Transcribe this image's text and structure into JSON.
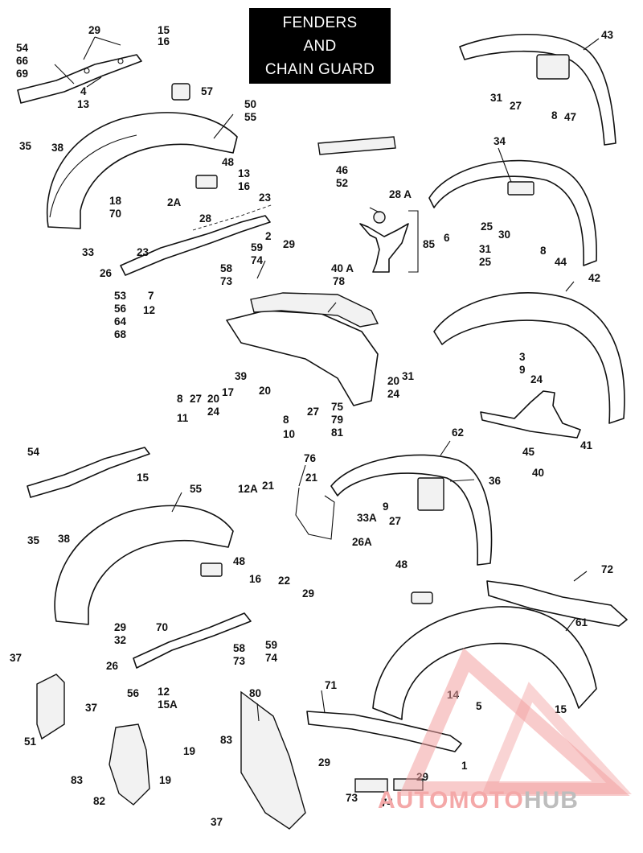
{
  "title": {
    "line1": "FENDERS",
    "line2": "AND",
    "line3": "CHAIN GUARD"
  },
  "watermark": {
    "part1": "AUTOMOTO",
    "part2": "HUB",
    "accent_color": "#e8434a",
    "secondary_color": "#9e9e9e"
  },
  "callouts": [
    "29",
    "15",
    "16",
    "54",
    "66",
    "69",
    "4",
    "13",
    "57",
    "50",
    "55",
    "35",
    "38",
    "48",
    "13",
    "16",
    "23",
    "18",
    "70",
    "2A",
    "28",
    "2",
    "29",
    "33",
    "26",
    "23",
    "59",
    "74",
    "58",
    "73",
    "53",
    "56",
    "64",
    "68",
    "7",
    "12",
    "43",
    "31",
    "27",
    "8",
    "47",
    "46",
    "52",
    "28 A",
    "85",
    "34",
    "6",
    "25",
    "30",
    "31",
    "25",
    "8",
    "44",
    "40 A",
    "78",
    "42",
    "3",
    "9",
    "24",
    "45",
    "41",
    "40",
    "27",
    "20",
    "17",
    "39",
    "8",
    "11",
    "24",
    "20",
    "8",
    "10",
    "27",
    "75",
    "79",
    "81",
    "20",
    "31",
    "24",
    "54",
    "15",
    "55",
    "35",
    "38",
    "48",
    "16",
    "22",
    "29",
    "29",
    "32",
    "70",
    "26",
    "59",
    "74",
    "58",
    "73",
    "56",
    "12",
    "15A",
    "12A",
    "21",
    "76",
    "21",
    "33A",
    "26A",
    "62",
    "9",
    "27",
    "36",
    "37",
    "51",
    "37",
    "83",
    "19",
    "82",
    "80",
    "19",
    "83",
    "37",
    "48",
    "72",
    "61",
    "71",
    "14",
    "5",
    "15",
    "29",
    "1",
    "29",
    "73",
    "74"
  ]
}
